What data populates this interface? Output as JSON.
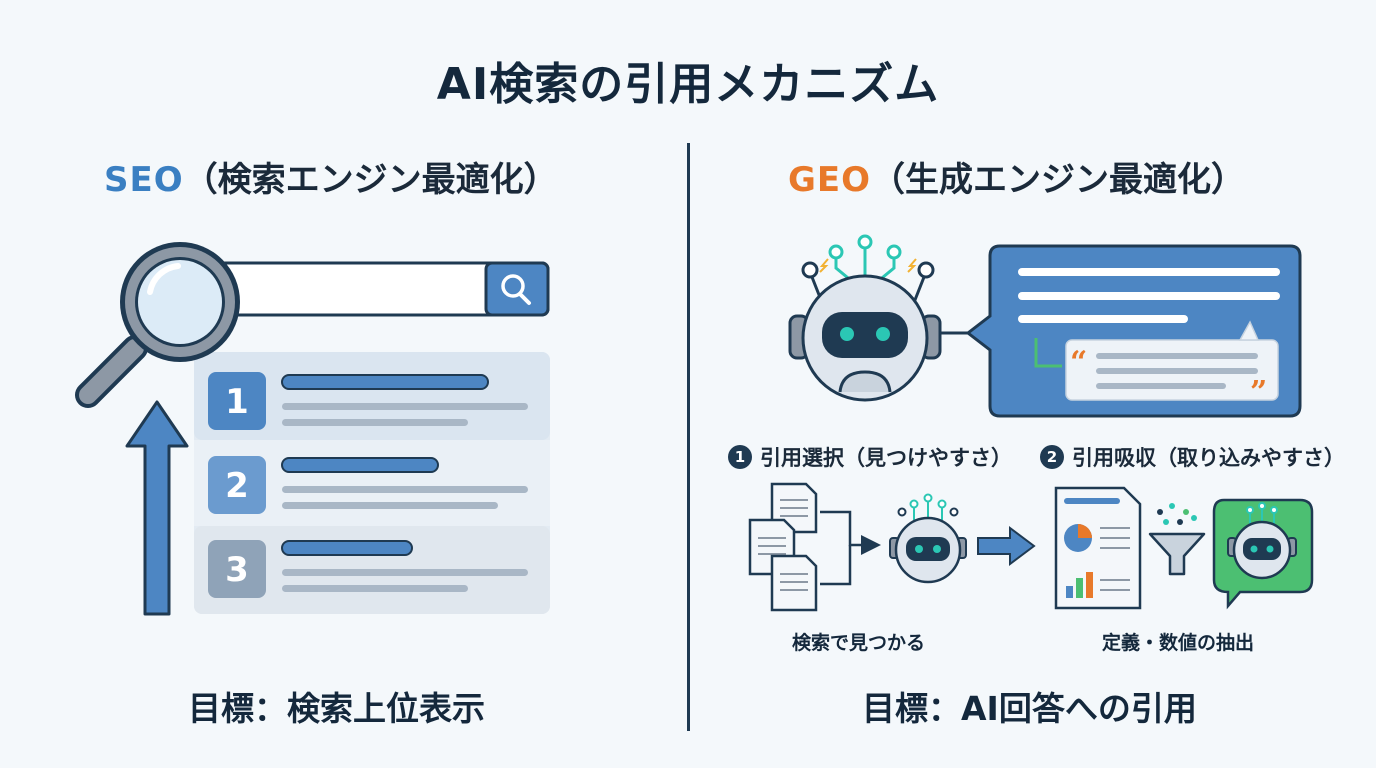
{
  "title": "AI検索の引用メカニズム",
  "seo": {
    "acronym": "SEO",
    "subtitle": "（検索エンジン最適化）",
    "ranks": [
      "1",
      "2",
      "3"
    ],
    "goal": "目標：検索上位表示"
  },
  "geo": {
    "acronym": "GEO",
    "subtitle": "（生成エンジン最適化）",
    "steps": [
      {
        "num": "1",
        "label": "引用選択（見つけやすさ）",
        "caption": "検索で見つかる"
      },
      {
        "num": "2",
        "label": "引用吸収（取り込みやすさ）",
        "caption": "定義・数値の抽出"
      }
    ],
    "quote_open": "“",
    "quote_close": "”",
    "goal": "目標：AI回答への引用"
  },
  "colors": {
    "background": "#f4f8fb",
    "seo_accent": "#3a7fc2",
    "geo_accent": "#e8792a",
    "navy": "#1f3a52",
    "rank1": "#4d86c3",
    "rank2": "#6b9bcf",
    "rank3": "#8fa3b8",
    "robot_teal": "#2bc7b4",
    "green": "#4cbf72"
  },
  "icons": [
    "magnifier-icon",
    "search-icon",
    "up-arrow-icon",
    "robot-icon",
    "speech-bubble-icon",
    "document-icon",
    "funnel-icon",
    "arrow-right-icon"
  ]
}
